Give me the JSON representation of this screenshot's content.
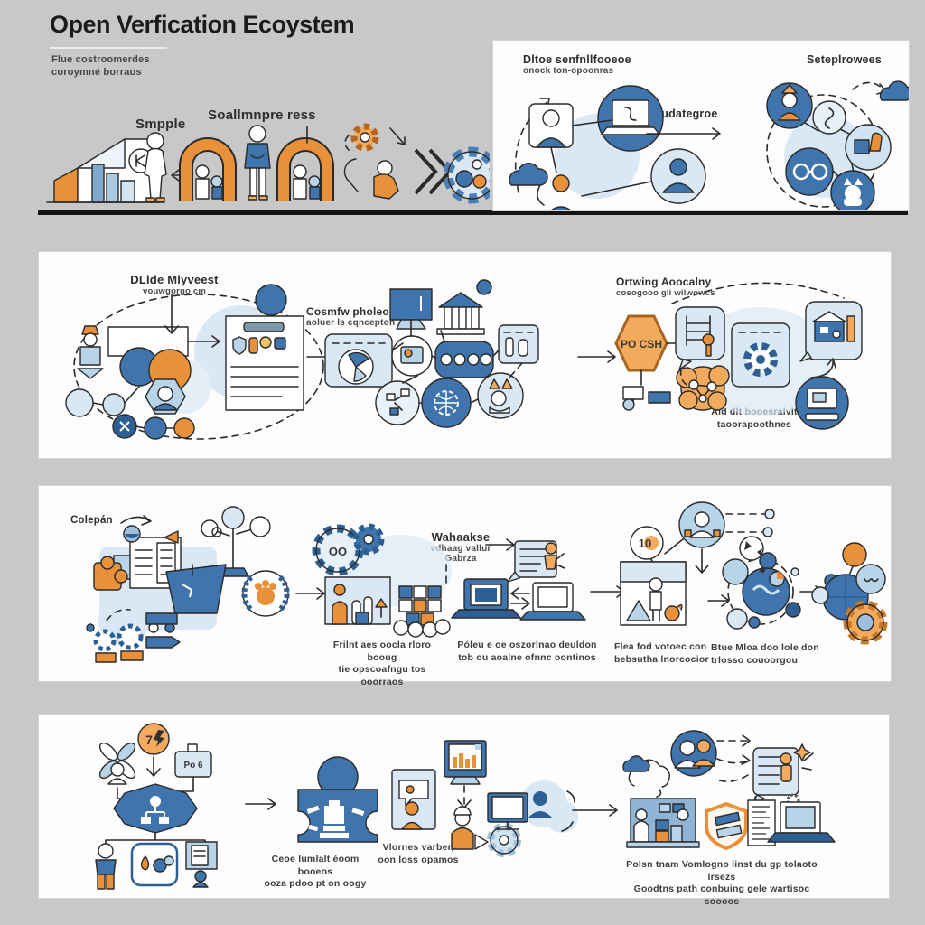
{
  "header": {
    "title": "Open Verfication Ecoystem",
    "subtitle_line1": "Flue costroomerdes",
    "subtitle_line2": "coroymné borraos"
  },
  "band1": {
    "label_smpple": "Smpple",
    "label_soallmnpre": "Soallmnpre ress"
  },
  "panel_network": {
    "heading_left_line1": "Dltoe senfnllfooeoe",
    "heading_left_line2": "onock ton-opoonras",
    "heading_right": "Seteplrowees",
    "arrow_label": "Toudategroe"
  },
  "band2": {
    "left_heading_line1": "DLlde Mlyveest",
    "left_heading_line2": "vouwgorgo cm",
    "mid_heading_line1": "Cosmfw pholeorte",
    "mid_heading_line2": "aoluer ls cqncepton",
    "right_heading_line1": "Ortwing Aoocalny",
    "right_heading_line2": "cosogooo gli wilwowcs",
    "hexagon_label": "PO CSH",
    "right_caption_line1": "Ald dlt booesralvlt",
    "right_caption_line2": "taoorapoothnes"
  },
  "band3": {
    "left_label": "Colepán",
    "mid_label_line1": "Wahaakse",
    "mid_label_line2": "vdhaag vallur",
    "mid_label_line3": "Gabrza",
    "gear_label": "OO",
    "badge_10": "10",
    "caption1_line1": "Frilnt aes oocla rloro booug",
    "caption1_line2": "tie opscoafngu tos ooorraos",
    "caption2_line1": "Póleu e oe oszorlnao deuldon",
    "caption2_line2": "tob ou aoalne ofnnc oontinos",
    "caption3_line1": "Flea fod votoec con",
    "caption3_line2": "bebsutha lnorcocior",
    "caption4_line1": "Btue Mloa doo lole don",
    "caption4_line2": "trlosso couoorgou"
  },
  "band4": {
    "bolt_number": "7",
    "badge_label": "Po 6",
    "caption1_line1": "Ceoe lumlalt éoom booeos",
    "caption1_line2": "ooza pdoo pt on oogy",
    "caption2_line1": "Vlornes varber,",
    "caption2_line2": "oon loss opamos",
    "caption3_line1": "Polsn tnam Vomlogno linst du gp tolaoto lrsezs",
    "caption3_line2": "Goodtns path conbuing gele wartisoc soooos"
  },
  "colors": {
    "background": "#c8c8c8",
    "panel": "#fdfdfd",
    "blue": "#3f74ad",
    "blue_dark": "#2e5f94",
    "blue_light": "#b8d4e8",
    "blue_pale": "#d9e8f4",
    "orange": "#e8913a",
    "orange_light": "#f3aa5c",
    "rule": "#141414"
  }
}
